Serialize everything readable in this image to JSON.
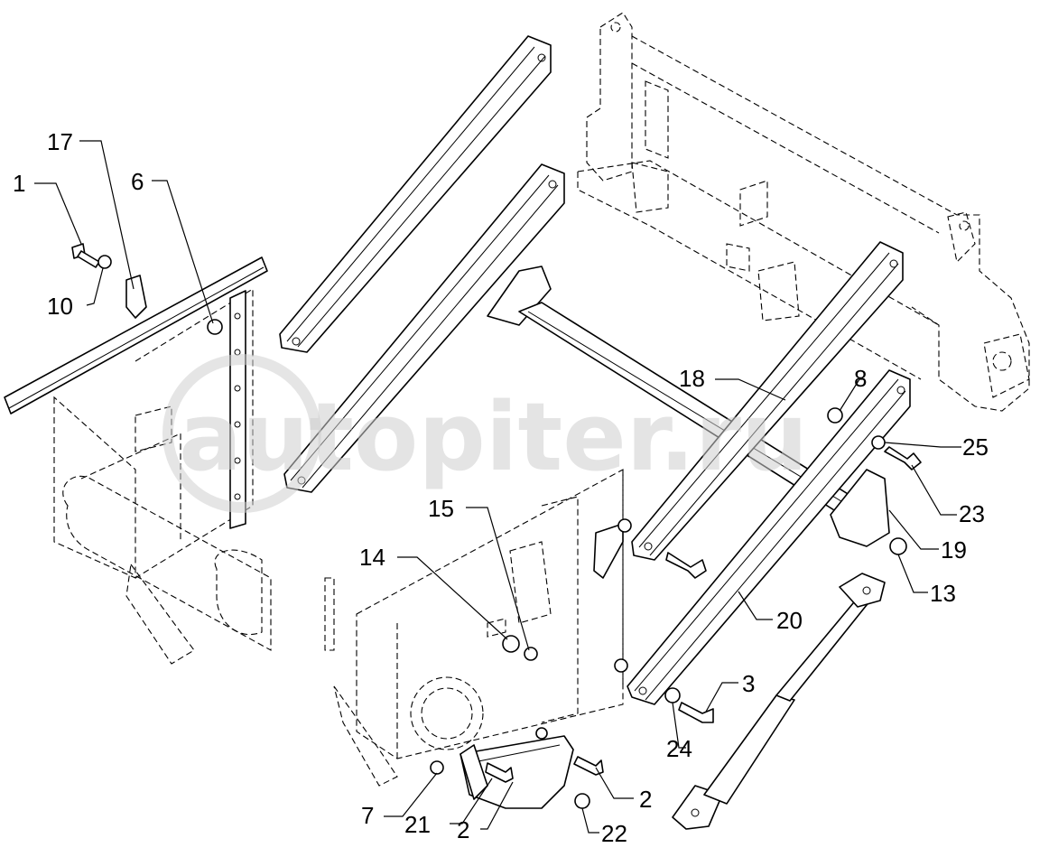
{
  "diagram": {
    "watermark": "autopiter.ru",
    "callouts": [
      {
        "id": "c1",
        "label": "1"
      },
      {
        "id": "c17",
        "label": "17"
      },
      {
        "id": "c6",
        "label": "6"
      },
      {
        "id": "c10",
        "label": "10"
      },
      {
        "id": "c15",
        "label": "15"
      },
      {
        "id": "c14",
        "label": "14"
      },
      {
        "id": "c18",
        "label": "18"
      },
      {
        "id": "c8",
        "label": "8"
      },
      {
        "id": "c25",
        "label": "25"
      },
      {
        "id": "c23",
        "label": "23"
      },
      {
        "id": "c19",
        "label": "19"
      },
      {
        "id": "c13",
        "label": "13"
      },
      {
        "id": "c20",
        "label": "20"
      },
      {
        "id": "c3",
        "label": "3"
      },
      {
        "id": "c24",
        "label": "24"
      },
      {
        "id": "c2a",
        "label": "2"
      },
      {
        "id": "c7",
        "label": "7"
      },
      {
        "id": "c21",
        "label": "21"
      },
      {
        "id": "c2b",
        "label": "2"
      },
      {
        "id": "c22",
        "label": "22"
      }
    ]
  }
}
